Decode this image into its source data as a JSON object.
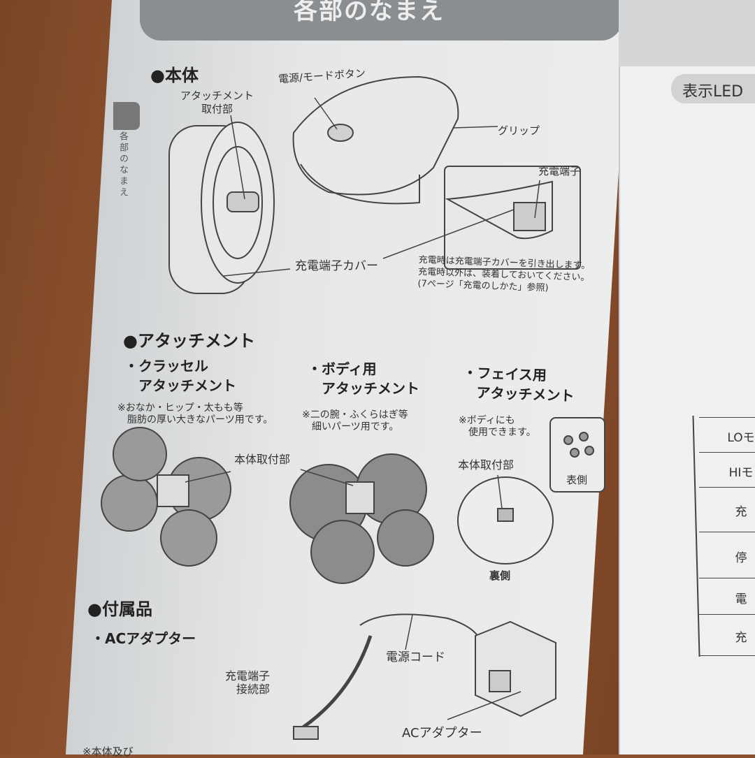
{
  "header": {
    "title": "各部のなまえ"
  },
  "side_tab": {
    "label": "各部のなまえ"
  },
  "right_page": {
    "title": "表示LED",
    "table_rows": [
      "LOモ",
      "HIモ",
      "充",
      "停",
      "電",
      "充"
    ]
  },
  "body_section": {
    "heading": "●本体",
    "labels": {
      "attachment_mount": "アタッチメント\n取付部",
      "power_button": "電源/モードボタン",
      "grip": "グリップ",
      "charge_terminal": "充電端子",
      "charge_cover": "充電端子カバー"
    },
    "note": [
      "充電時は充電端子カバーを引き出します。",
      "充電時以外は、装着しておいてください。",
      "(7ページ「充電のしかた」参照)"
    ]
  },
  "attachment_section": {
    "heading": "●アタッチメント",
    "items": [
      {
        "title": "・クラッセル\n　アタッチメント",
        "note": "※おなか・ヒップ・太もも等\n　脂肪の厚い大きなパーツ用です。",
        "mount_label": "本体取付部"
      },
      {
        "title": "・ボディ用\n　アタッチメント",
        "note": "※二の腕・ふくらはぎ等\n　細いパーツ用です。",
        "mount_label": ""
      },
      {
        "title": "・フェイス用\n　アタッチメント",
        "note": "※ボディにも\n　使用できます。",
        "mount_label": "本体取付部",
        "front": "表側",
        "back": "裏側"
      }
    ]
  },
  "accessory_section": {
    "heading": "●付属品",
    "item": "・ACアダプター",
    "labels": {
      "cord": "電源コード",
      "connector": "充電端子\n接続部",
      "adapter": "ACアダプター"
    },
    "footer": "※本体及び"
  }
}
